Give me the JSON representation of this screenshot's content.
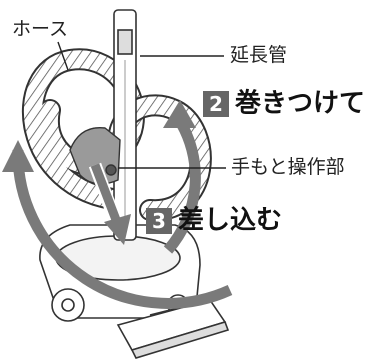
{
  "labels": {
    "hose": "ホース",
    "extension_pipe": "延長管",
    "handle": "手もと操作部"
  },
  "steps": [
    {
      "number": "2",
      "text": "巻きつけて"
    },
    {
      "number": "3",
      "text": "差し込む"
    }
  ],
  "colors": {
    "badge": "#666666",
    "arrow": "#7a7a7a",
    "line_art": "#333333"
  }
}
